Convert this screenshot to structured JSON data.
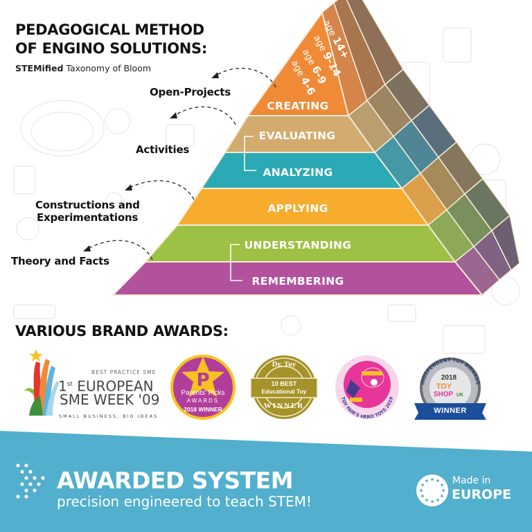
{
  "header": {
    "title_line1": "PEDAGOGICAL METHOD",
    "title_line2": "OF ENGINO SOLUTIONS:",
    "subtitle_bold": "STEMified",
    "subtitle_rest": " Taxonomy of Bloom"
  },
  "pyramid": {
    "levels": [
      {
        "label": "CREATING",
        "color": "#F08A36"
      },
      {
        "label": "EVALUATING",
        "color": "#D3AB6E"
      },
      {
        "label": "ANALYZING",
        "color": "#2BAAB5"
      },
      {
        "label": "APPLYING",
        "color": "#F7AC2E"
      },
      {
        "label": "UNDERSTANDING",
        "color": "#9CC144"
      },
      {
        "label": "REMEMBERING",
        "color": "#B3529C"
      }
    ],
    "ages": [
      {
        "prefix": "age ",
        "range": "4-6"
      },
      {
        "prefix": "age ",
        "range": "6-9"
      },
      {
        "prefix": "age ",
        "range": "9-14"
      },
      {
        "prefix": "age ",
        "range": "14+"
      }
    ],
    "side_annotations": [
      {
        "label": "Open-Projects"
      },
      {
        "label": "Activities"
      },
      {
        "label": "Constructions and"
      },
      {
        "label": "Experimentations"
      },
      {
        "label": "Theory and Facts"
      }
    ]
  },
  "awards": {
    "title": "VARIOUS BRAND AWARDS:",
    "items": [
      {
        "name": "European SME Week",
        "small": "BEST PRACTICE SME",
        "ord": "1",
        "sup": "st",
        "line1": " EUROPEAN",
        "line2": "SME WEEK '09",
        "tagline": "SMALL BUSINESS, BIG IDEAS"
      },
      {
        "name": "Parents' Picks",
        "line1": "Parents' Picks",
        "line2": "AWARDS",
        "line3": "2018 WINNER",
        "letter": "P"
      },
      {
        "name": "Dr. Toy",
        "top": "Dr. Toy",
        "line1": "10 BEST",
        "line2": "Educational Toy",
        "bottom": "WINNER"
      },
      {
        "name": "Toy Fair's Hero Toys",
        "ring": "TOY FAIR'S HERO TOYS 2019"
      },
      {
        "name": "Independent Toy Awards",
        "ring": "INDEPENDENT TOY AWARDS",
        "year": "2018",
        "toy": "TOY",
        "shop": "SHOP",
        "uk": "UK",
        "ribbon": "WINNER"
      }
    ]
  },
  "banner": {
    "title": "AWARDED SYSTEM",
    "subtitle": "precision engineered to teach STEM!",
    "made_in": "Made in",
    "region": "EUROPE",
    "color": "#52AFCD"
  }
}
